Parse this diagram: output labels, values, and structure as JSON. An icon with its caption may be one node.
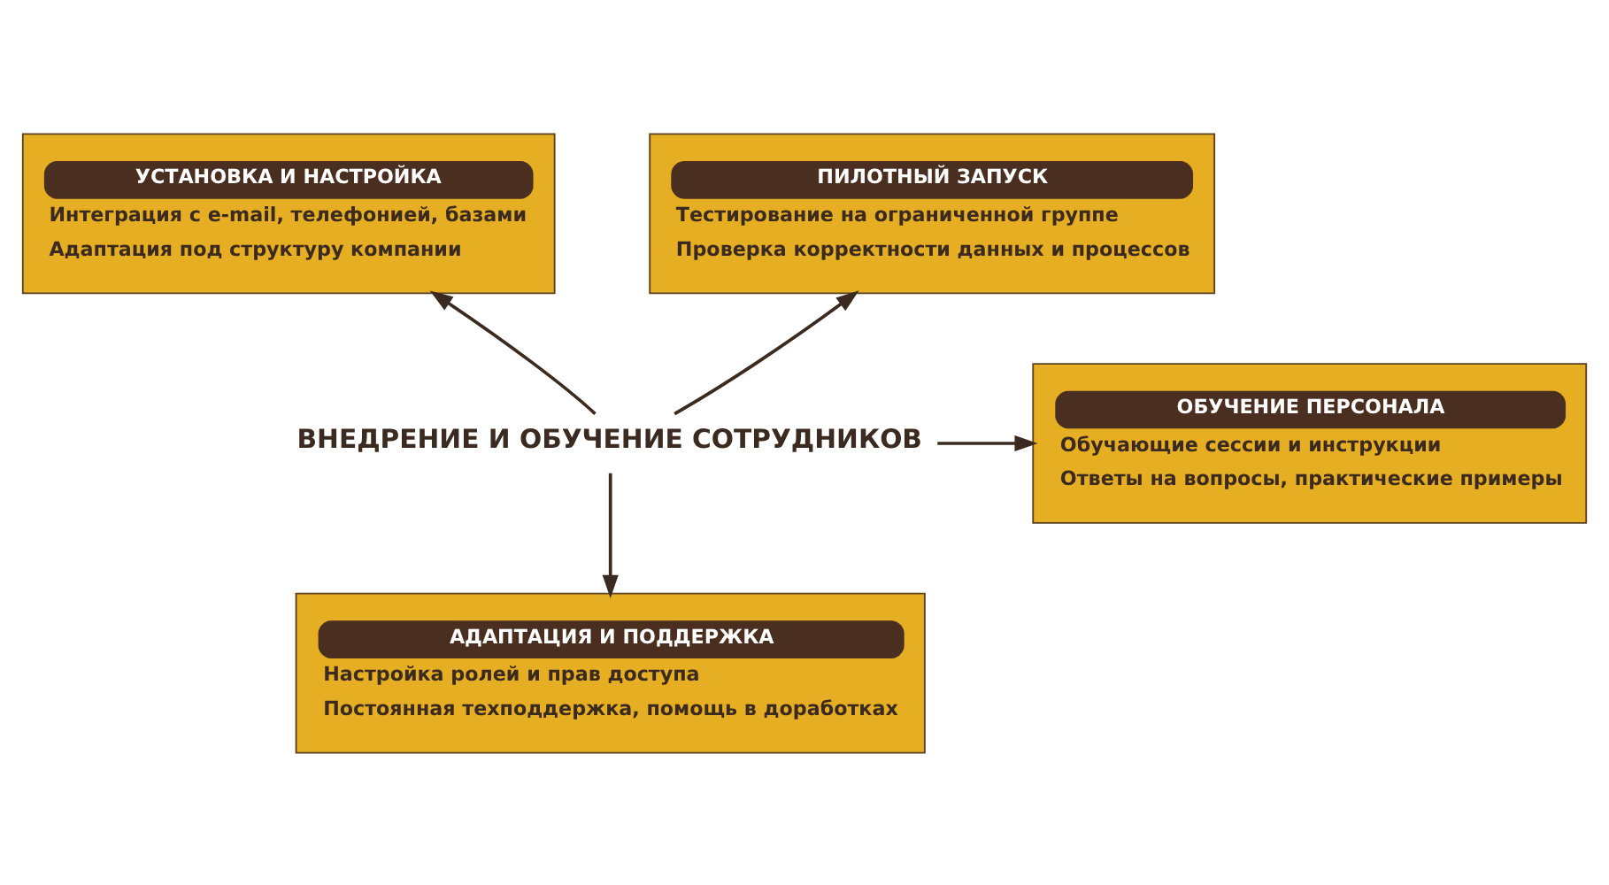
{
  "diagram": {
    "nodes": [
      {
        "text": [
          "УСТАНОВКА И НАСТРОЙКА",
          "Интеграция с e-mail, телефонией, базами",
          "Адаптация под структуру компании"
        ]
      },
      {
        "text": [
          "ПИЛОТНЫЙ ЗАПУСК",
          "Тестирование на ограниченной группе",
          "Проверка корректности данных и процессов"
        ]
      },
      {
        "text": [
          "ВНЕДРЕНИЕ И ОБУЧЕНИЕ СОТРУДНИКОВ"
        ]
      },
      {
        "text": [
          "ОБУЧЕНИЕ ПЕРСОНАЛА",
          "Обучающие сессии и инструкции",
          "Ответы на вопросы, практические примеры"
        ]
      },
      {
        "text": [
          "АДАПТАЦИЯ И ПОДДЕРЖКА",
          "Настройка ролей и прав доступа",
          "Постоянная техподдержка, помощь в доработках"
        ]
      }
    ],
    "edges": [
      {
        "from": 2,
        "to": 0,
        "arrow": "to"
      },
      {
        "from": 2,
        "to": 4,
        "arrow": "to"
      },
      {
        "from": 2,
        "to": 1,
        "arrow": "to"
      },
      {
        "from": 2,
        "to": 3,
        "arrow": "to"
      }
    ]
  }
}
